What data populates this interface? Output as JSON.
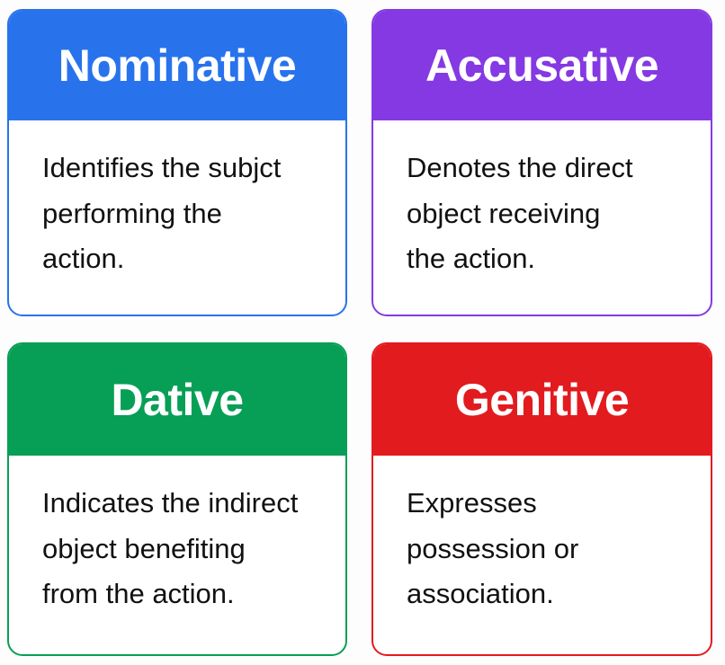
{
  "cards": [
    {
      "title": "Nominative",
      "description": "Identifies the subjct performing the action.",
      "lines": [
        "Identifies the subjct",
        "performing the",
        "action."
      ],
      "color": "#2873EC"
    },
    {
      "title": "Accusative",
      "description": "Denotes the direct object receiving the action.",
      "lines": [
        "Denotes the direct",
        "object receiving",
        "the action."
      ],
      "color": "#8539E3"
    },
    {
      "title": "Dative",
      "description": "Indicates the indirect object benefiting from the action.",
      "lines": [
        "Indicates the indirect",
        "object benefiting",
        "from the action."
      ],
      "color": "#079F55"
    },
    {
      "title": "Genitive",
      "description": "Expresses possession or association.",
      "lines": [
        "Expresses",
        "possession or",
        "association."
      ],
      "color": "#E21B1F"
    }
  ]
}
